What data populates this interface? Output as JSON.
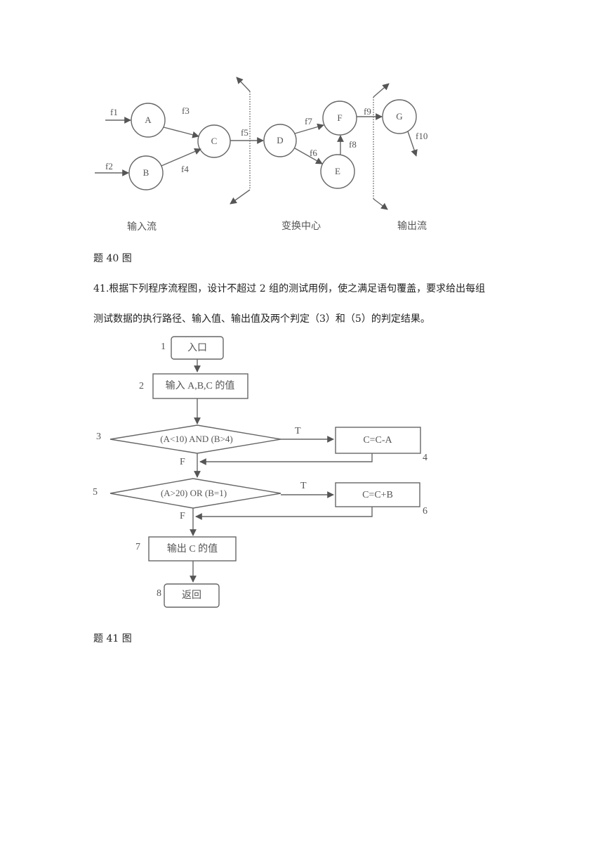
{
  "fig40": {
    "nodes": {
      "A": "A",
      "B": "B",
      "C": "C",
      "D": "D",
      "E": "E",
      "F": "F",
      "G": "G"
    },
    "flows": {
      "f1": "f1",
      "f2": "f2",
      "f3": "f3",
      "f4": "f4",
      "f5": "f5",
      "f6": "f6",
      "f7": "f7",
      "f8": "f8",
      "f9": "f9",
      "f10": "f10"
    },
    "regions": {
      "input": "输入流",
      "transform": "变换中心",
      "output": "输出流"
    }
  },
  "caption40": "题 40 图",
  "question41": {
    "line1": "41.根据下列程序流程图，设计不超过 2 组的测试用例，使之满足语句覆盖，要求给出每组",
    "line2": "测试数据的执行路径、输入值、输出值及两个判定（3）和（5）的判定结果。"
  },
  "fig41": {
    "step_numbers": {
      "n1": "1",
      "n2": "2",
      "n3": "3",
      "n4": "4",
      "n5": "5",
      "n6": "6",
      "n7": "7",
      "n8": "8"
    },
    "entry": "入口",
    "input": "输入 A,B,C 的值",
    "decision1": "(A<10)  AND  (B>4)",
    "process1": "C=C-A",
    "decision2": "(A>20)  OR  (B=1)",
    "process2": "C=C+B",
    "output": "输出 C 的值",
    "return": "返回",
    "true_label": "T",
    "false_label": "F"
  },
  "caption41": "题 41 图"
}
